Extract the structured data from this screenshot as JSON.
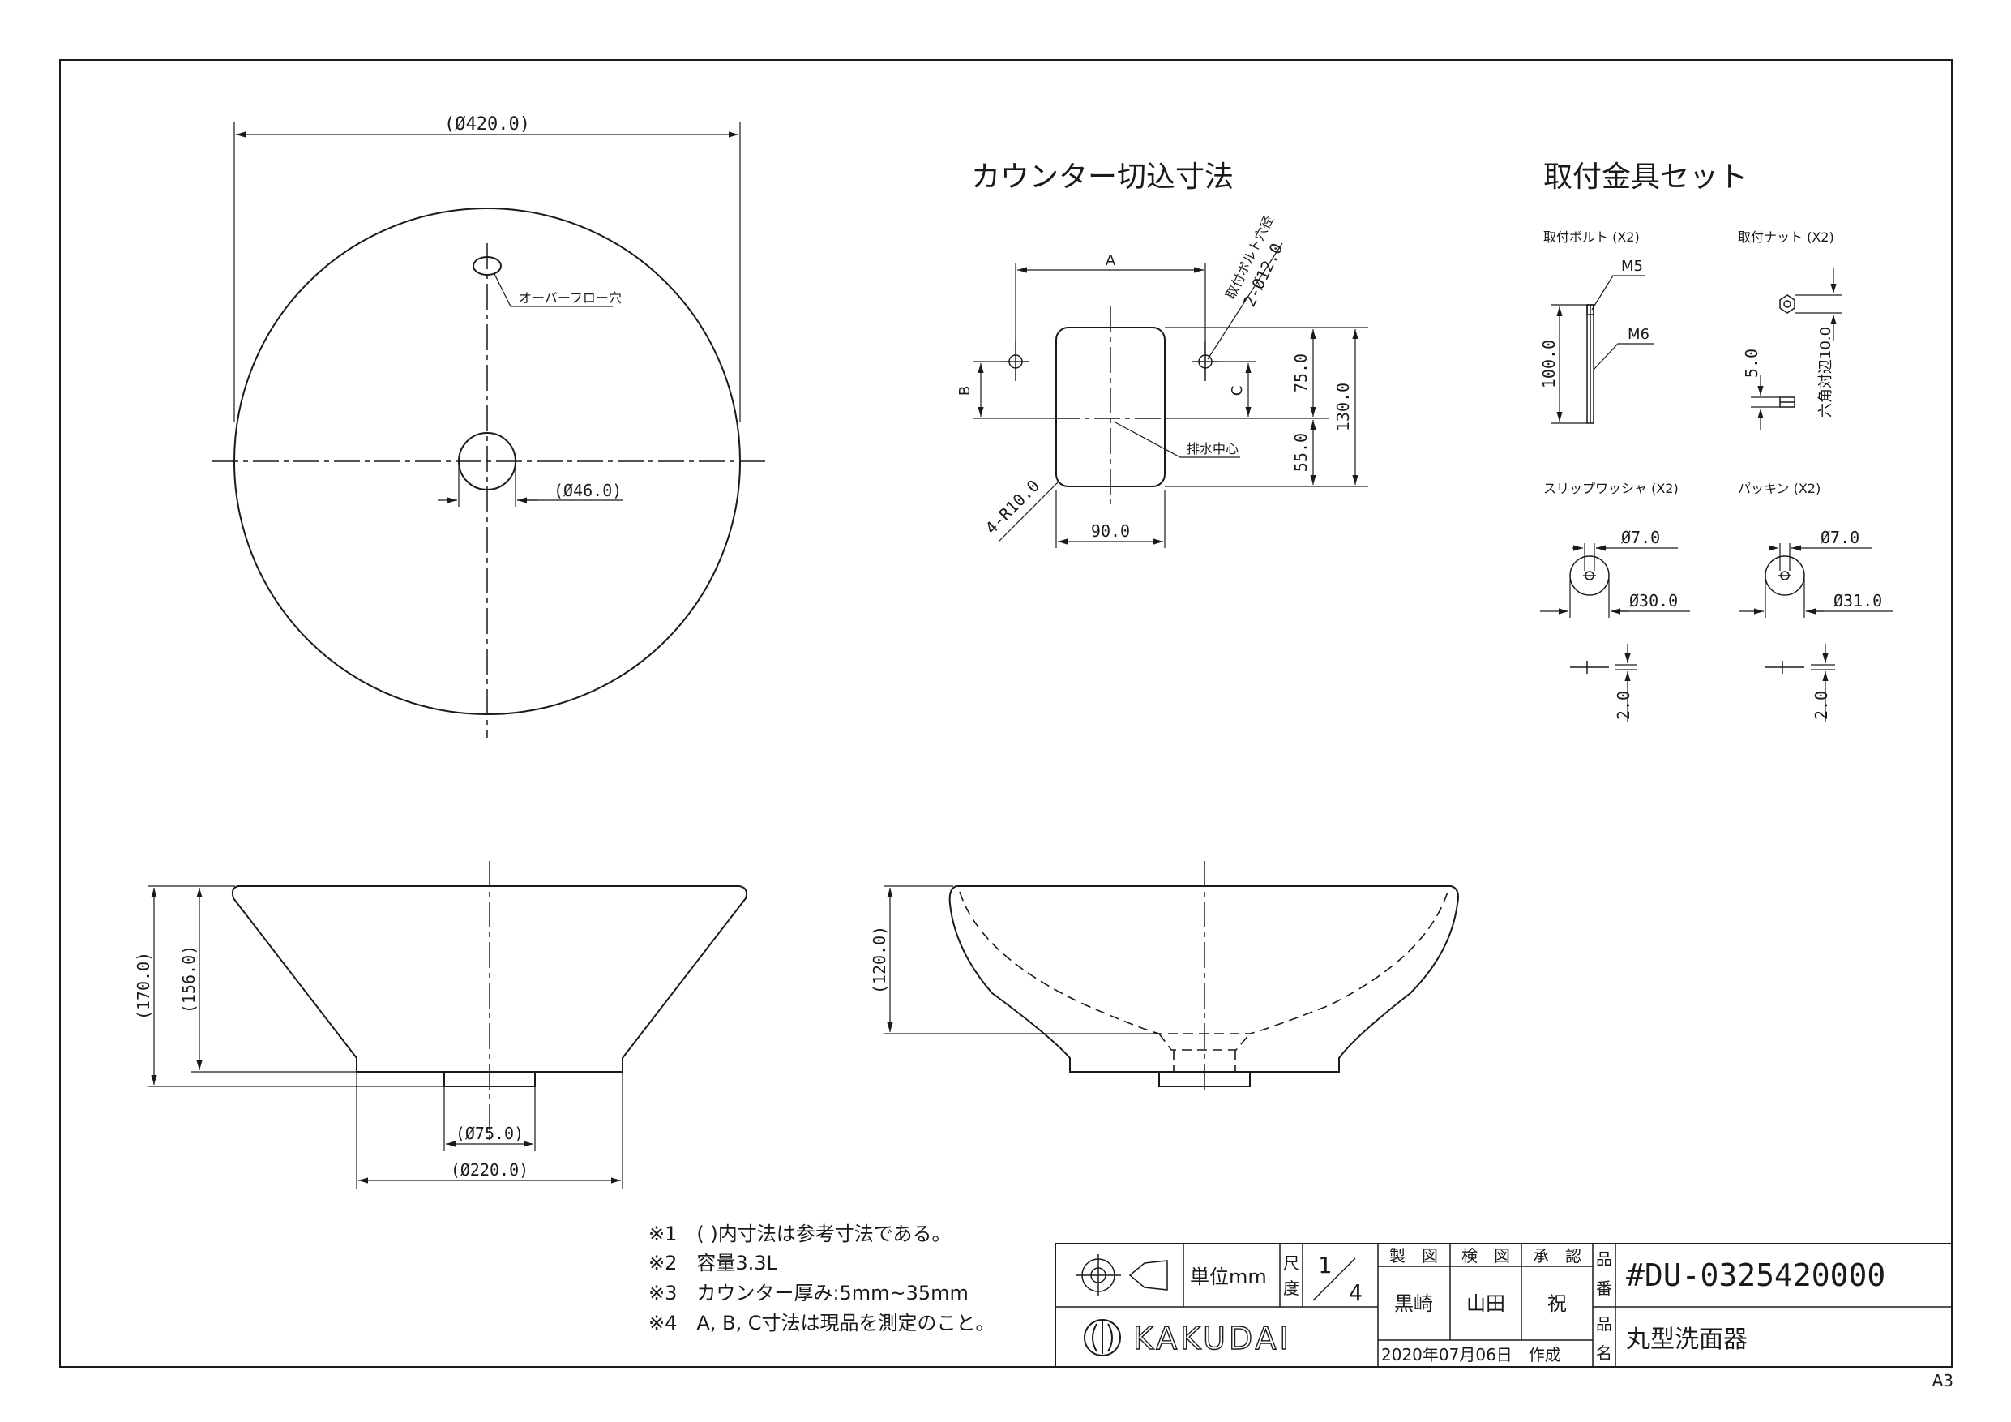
{
  "views": {
    "top": {
      "dia_outer": "(Ø420.0)",
      "overflow_label": "オーバーフロー穴",
      "dia_drain": "(Ø46.0)"
    },
    "cutout": {
      "title": "カウンター切込寸法",
      "dim_a": "A",
      "dim_b": "B",
      "dim_c": "C",
      "bolt_hole_line1": "取付ボルト穴径",
      "bolt_hole_line2": "2-Ø12.0",
      "dim_75": "75.0",
      "dim_55": "55.0",
      "dim_130": "130.0",
      "drain_center": "排水中心",
      "radius": "4-R10.0",
      "dim_90": "90.0"
    },
    "fittings": {
      "title": "取付金具セット",
      "bolt_label": "取付ボルト (X2)",
      "bolt_m5": "M5",
      "bolt_m6": "M6",
      "bolt_len": "100.0",
      "nut_label": "取付ナット (X2)",
      "nut_thk": "5.0",
      "nut_hex": "六角対辺10.0",
      "washer_label": "スリップワッシャ (X2)",
      "washer_inner": "Ø7.0",
      "washer_outer": "Ø30.0",
      "washer_thk": "2.0",
      "packing_label": "パッキン (X2)",
      "packing_inner": "Ø7.0",
      "packing_outer": "Ø31.0",
      "packing_thk": "2.0"
    },
    "front": {
      "h_total": "(170.0)",
      "h_bowl": "(156.0)",
      "dia_foot": "(Ø75.0)",
      "dia_base": "(Ø220.0)"
    },
    "section": {
      "depth": "(120.0)"
    }
  },
  "notes": [
    "※1　( )内寸法は参考寸法である。",
    "※2　容量3.3L",
    "※3　カウンター厚み:5mm~35mm",
    "※4　A, B, C寸法は現品を測定のこと。"
  ],
  "title_block": {
    "unit_label": "単位mm",
    "scale_label_1": "尺",
    "scale_label_2": "度",
    "scale_num": "1",
    "scale_den": "4",
    "made_label": "製　図",
    "check_label": "検　図",
    "approve_label": "承　認",
    "made_by": "黒崎",
    "check_by": "山田",
    "approve_by": "祝",
    "brand": "KAKUDAI",
    "date": "2020年07月06日　作成",
    "part_no_label_1": "品",
    "part_no_label_2": "番",
    "part_no": "#DU-0325420000",
    "name_label_1": "品",
    "name_label_2": "名",
    "product_name": "丸型洗面器"
  },
  "sheet_size": "A3"
}
